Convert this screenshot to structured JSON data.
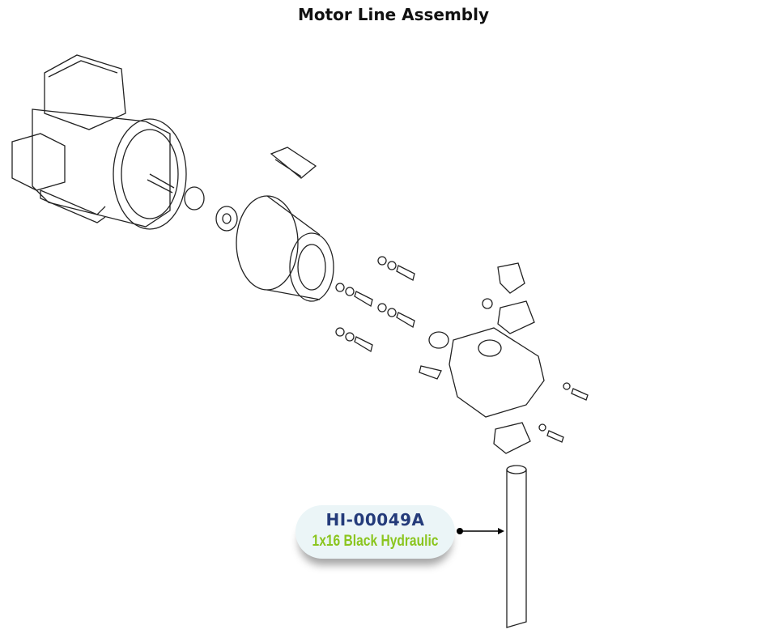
{
  "title": "Motor Line Assembly",
  "callout": {
    "part_number": "HI-00049A",
    "description": "1x16 Black Hydraulic",
    "part_number_color": "#243b7a",
    "description_color": "#8ac51e"
  }
}
